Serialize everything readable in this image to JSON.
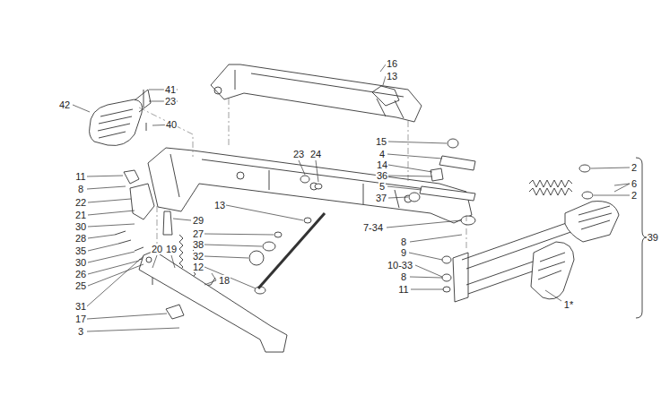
{
  "diagram": {
    "labels": [
      "16",
      "13",
      "41",
      "23",
      "42",
      "40",
      "23",
      "24",
      "15",
      "4",
      "2",
      "14",
      "6",
      "36",
      "2",
      "5",
      "37",
      "7-34",
      "39",
      "8",
      "11",
      "8",
      "22",
      "21",
      "30",
      "28",
      "35",
      "30",
      "26",
      "25",
      "29",
      "27",
      "38",
      "32",
      "12",
      "13",
      "9",
      "10-33",
      "8",
      "11",
      "1*",
      "20",
      "19",
      "18",
      "31",
      "17",
      "3"
    ]
  }
}
